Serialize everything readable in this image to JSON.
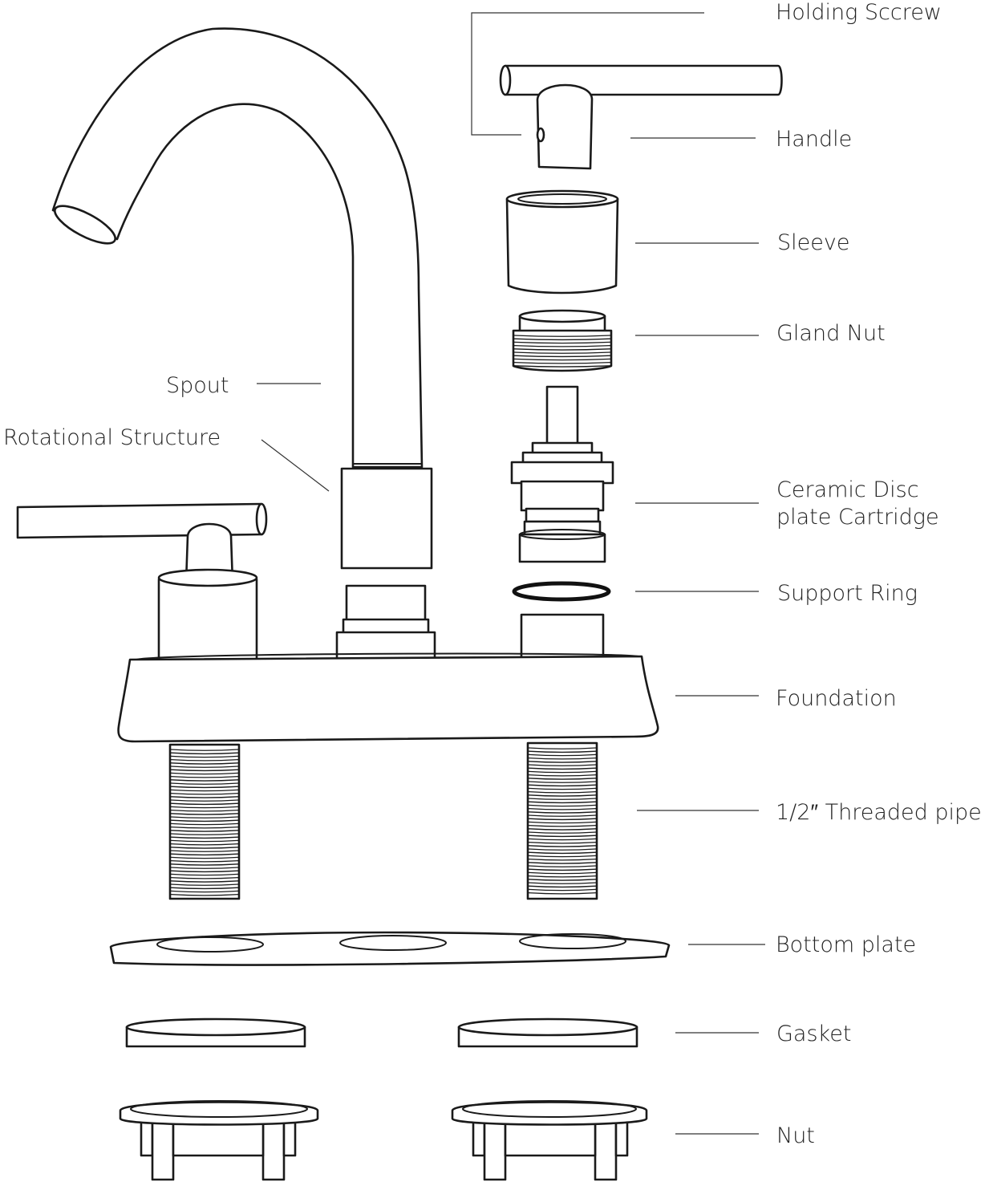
{
  "labels": {
    "holding_screw": "Holding Sccrew",
    "handle": "Handle",
    "sleeve": "Sleeve",
    "gland_nut": "Gland Nut",
    "spout": "Spout",
    "rotational_structure": "Rotational Structure",
    "cartridge_line1": "Ceramic Disc",
    "cartridge_line2": "plate Cartridge",
    "support_ring": "Support Ring",
    "foundation": "Foundation",
    "threaded_pipe": "1/2″ Threaded pipe",
    "bottom_plate": "Bottom plate",
    "gasket": "Gasket",
    "nut": "Nut"
  },
  "colors": {
    "line": "#1a1a1a",
    "text": "#222222",
    "background": "#ffffff"
  }
}
